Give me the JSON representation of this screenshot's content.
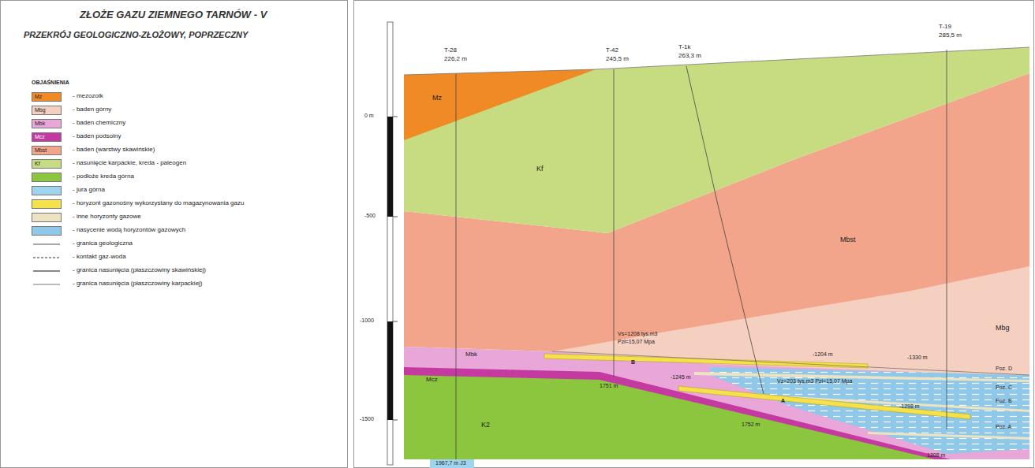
{
  "diagram": {
    "title": "ZŁOŻE GAZU ZIEMNEGO TARNÓW - V",
    "labels": [
      "PRZEKRÓJ GEOLOGICZNO-ZŁOŻOWY, POPRZECZNY",
      "OBJAŚNIENIA",
      "Mz",
      "Mbg",
      "Mbk",
      "Mcz",
      "Mbst",
      "Kf",
      "T-28",
      "226,2 m",
      "T-42",
      "245,5 m",
      "T-1k",
      "263,3 m",
      "T-19",
      "285,5 m",
      "0 m",
      "-500",
      "-1000",
      "-1500",
      "Mz",
      "Kf",
      "Mbst",
      "Mbg",
      "Mbk",
      "Mcz",
      "K2",
      "Vs=1208 tys.m3",
      "Pzł=15,07 Mpa",
      "-1204 m",
      "-1330 m",
      "-1245 m",
      "Poz. C",
      "Poz. B",
      "Poz. A",
      "Vz=203 tys.m3  Pzł=15,07 Mpa",
      "-1298 m",
      "1751 m",
      "1752 m",
      "1208 m",
      "1967,7 m J3",
      "Poz. D",
      "B",
      "A"
    ],
    "legend": [
      {
        "text": "- mezozoik",
        "color": "#f08a24"
      },
      {
        "text": "- baden górny",
        "color": "#f5cfc0"
      },
      {
        "text": "- baden chemiczny",
        "color": "#e9a6d8"
      },
      {
        "text": "- baden podsolny",
        "color": "#c43aa0"
      },
      {
        "text": "- baden (warstwy skawińskie)",
        "color": "#f2a58a"
      },
      {
        "text": "- nasunięcie karpackie, kreda - paleogen",
        "color": "#c7dc80"
      },
      {
        "text": "- podłoże kreda górna",
        "color": "#8cc63f"
      },
      {
        "text": "- jura górna",
        "color": "#9fd4ee"
      },
      {
        "text": "- horyzont gazonośny wykorzystany do magazynowania gazu",
        "color": "#f5e14a"
      },
      {
        "text": "- inne horyzonty gazowe",
        "color": "#ece3c2"
      },
      {
        "text": "- nasycenie wodą horyzontów gazowych",
        "color": "#8fc8e8"
      },
      {
        "text": "- granica geologiczna"
      },
      {
        "text": "- kontakt gaz-woda"
      },
      {
        "text": "- granica nasunięcia (płaszczowiny skawińskiej)"
      },
      {
        "text": "- granica nasunięcia (płaszczowiny karpackiej)"
      }
    ]
  }
}
